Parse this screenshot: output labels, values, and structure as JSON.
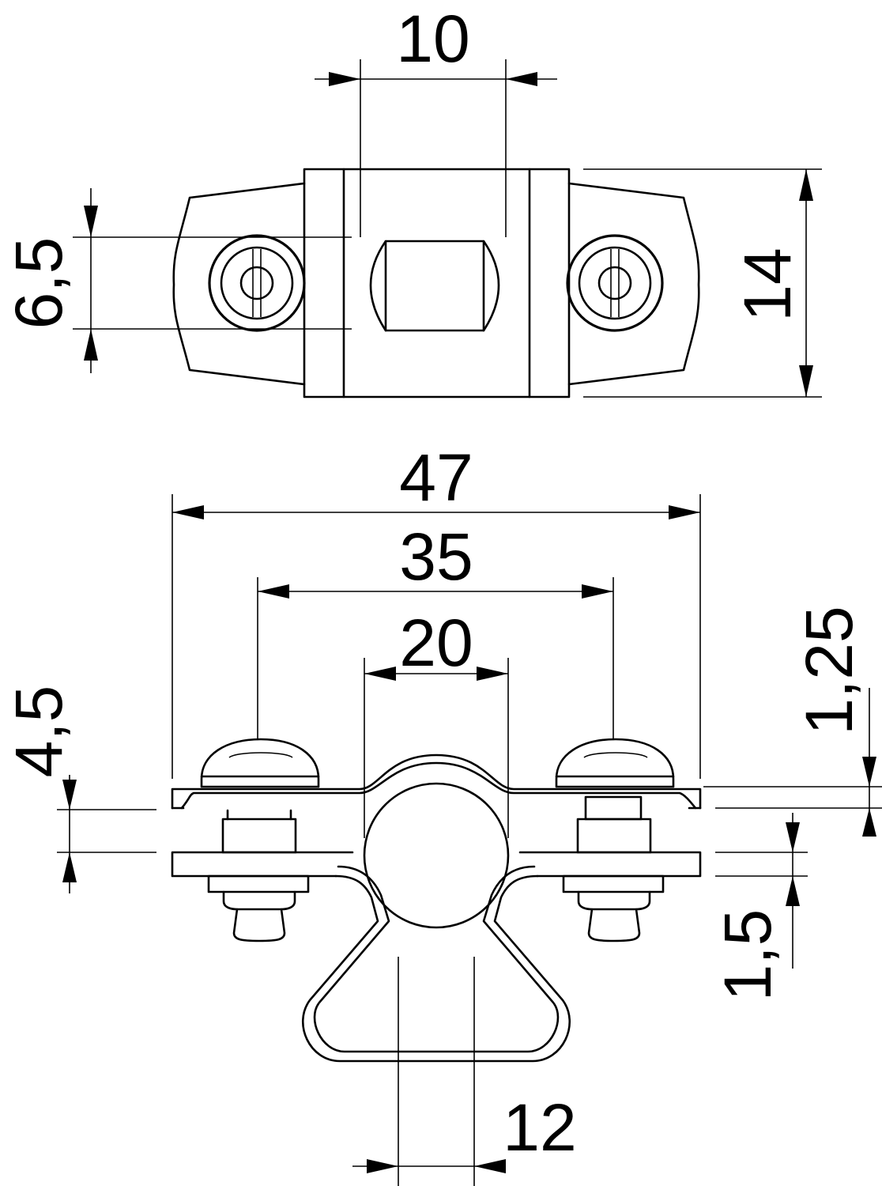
{
  "diagram": {
    "views": [
      "top-view",
      "front-view"
    ],
    "dimensions": {
      "top_width": "10",
      "top_height": "14",
      "top_hole_pitch": "6,5",
      "overall_width": "47",
      "screw_spacing": "35",
      "conductor_diameter": "20",
      "strap_height": "4,5",
      "upper_strip_thickness": "1,25",
      "lower_strip_thickness": "1,5",
      "foot_width": "12"
    }
  }
}
